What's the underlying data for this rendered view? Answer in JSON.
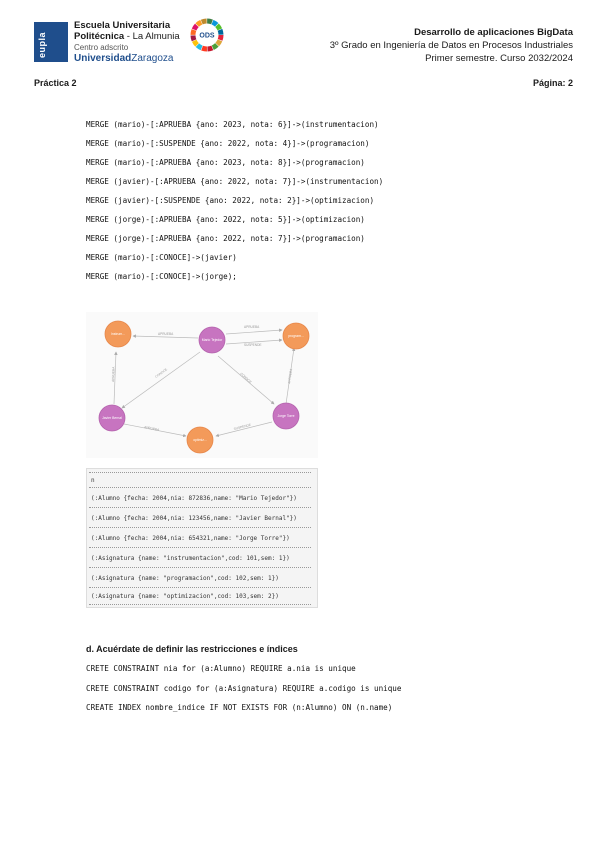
{
  "header": {
    "logo_line1": "Escuela Universitaria",
    "logo_line2a": "Politécnica",
    "logo_line2b": " - La Almunia",
    "logo_line3": "Centro adscrito",
    "logo_line4a": "Universidad",
    "logo_line4b": "Zaragoza",
    "logo_mark": "eupla",
    "ods_label": "ODS",
    "title": "Desarrollo de aplicaciones BigData",
    "degree": "3º Grado en Ingeniería de Datos en Procesos Industriales",
    "term": "Primer semestre. Curso 2032/2024",
    "practice": "Práctica 2",
    "page": "Página: 2"
  },
  "code_lines": [
    "MERGE (mario)-[:APRUEBA {ano: 2023, nota: 6}]->(instrumentacion)",
    "MERGE (mario)-[:SUSPENDE {ano: 2022, nota: 4}]->(programacion)",
    "MERGE (mario)-[:APRUEBA {ano: 2023, nota: 8}]->(programacion)",
    "MERGE (javier)-[:APRUEBA {ano: 2022, nota: 7}]->(instrumentacion)",
    "MERGE (javier)-[:SUSPENDE {ano: 2022, nota: 2}]->(optimizacion)",
    "MERGE (jorge)-[:APRUEBA {ano: 2022, nota: 5}]->(optimizacion)",
    "MERGE (jorge)-[:APRUEBA {ano: 2022, nota: 7}]->(programacion)",
    "MERGE (mario)-[:CONOCE]->(javier)",
    "MERGE (mario)-[:CONOCE]->(jorge);"
  ],
  "graph": {
    "nodes": {
      "instr": "Instrum...",
      "mario": "Mario Tejedor",
      "prog": "program...",
      "javier": "Javier Bernal",
      "opt": "optimiz...",
      "jorge": "Jorge Torre"
    },
    "edges": {
      "e1": "APRUEBA",
      "e2": "APRUEBA",
      "e3": "SUSPENDE",
      "e4": "APRUEBA",
      "e5": "CONOCE",
      "e6": "CONOCE",
      "e7": "APRUEBA",
      "e8": "SUSPENDE",
      "e9": "APRUEBA"
    }
  },
  "table": {
    "header": "n",
    "rows": [
      "(:Alumno {fecha: 2004,nia: 872836,name: \"Mario Tejedor\"})",
      "(:Alumno {fecha: 2004,nia: 123456,name: \"Javier Bernal\"})",
      "(:Alumno {fecha: 2004,nia: 654321,name: \"Jorge Torre\"})",
      "(:Asignatura {name: \"instrumentacion\",cod: 101,sem: 1})",
      "(:Asignatura {name: \"programacion\",cod: 102,sem: 1})",
      "(:Asignatura {name: \"optimizacion\",cod: 103,sem: 2})"
    ]
  },
  "section_d": {
    "title": "d. Acuérdate de definir las restricciones e índices",
    "lines": [
      "CRETE CONSTRAINT nia for (a:Alumno) REQUIRE a.nia is unique",
      "CRETE CONSTRAINT codigo for (a:Asignatura) REQUIRE a.codigo is unique",
      "CREATE INDEX nombre_indice IF NOT EXISTS FOR (n:Alumno) ON (n.name)"
    ]
  },
  "colors": {
    "brand": "#1f4e8c",
    "node_subject": "#f39a5a",
    "node_student": "#c774c0"
  }
}
